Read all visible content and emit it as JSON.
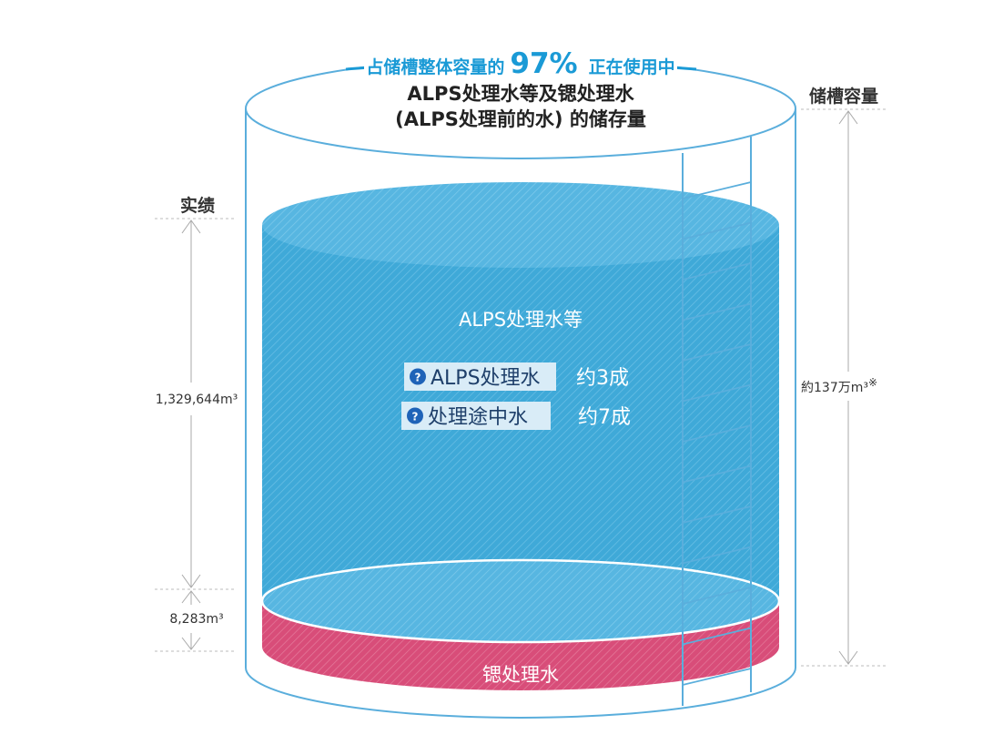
{
  "banner": {
    "prefix": "占储槽整体容量的",
    "percent": "97%",
    "suffix": "正在使用中",
    "usage_fraction": 0.97
  },
  "title": {
    "line1": "ALPS处理水等及锶处理水",
    "line2": "(ALPS处理前的水) 的储存量"
  },
  "left": {
    "heading": "实绩",
    "alps_volume": "1,329,644m³",
    "sr_volume": "8,283m³"
  },
  "right": {
    "heading": "储槽容量",
    "capacity": "約137万m³",
    "note_mark": "※"
  },
  "tank": {
    "upper_label": "ALPS处理水等",
    "items": [
      {
        "name": "ALPS处理水",
        "share": "约3成",
        "icon": "question-icon"
      },
      {
        "name": "处理途中水",
        "share": "约7成",
        "icon": "question-icon"
      }
    ],
    "lower_label": "锶处理水"
  },
  "colors": {
    "accent": "#1a9ad6",
    "water": "#3fa9d8",
    "water_top": "#56b7e2",
    "strontium": "#d84d79",
    "outline": "#5aaedc",
    "icon_bg": "#1f63b8",
    "label_bg": "#d9ecf7"
  }
}
